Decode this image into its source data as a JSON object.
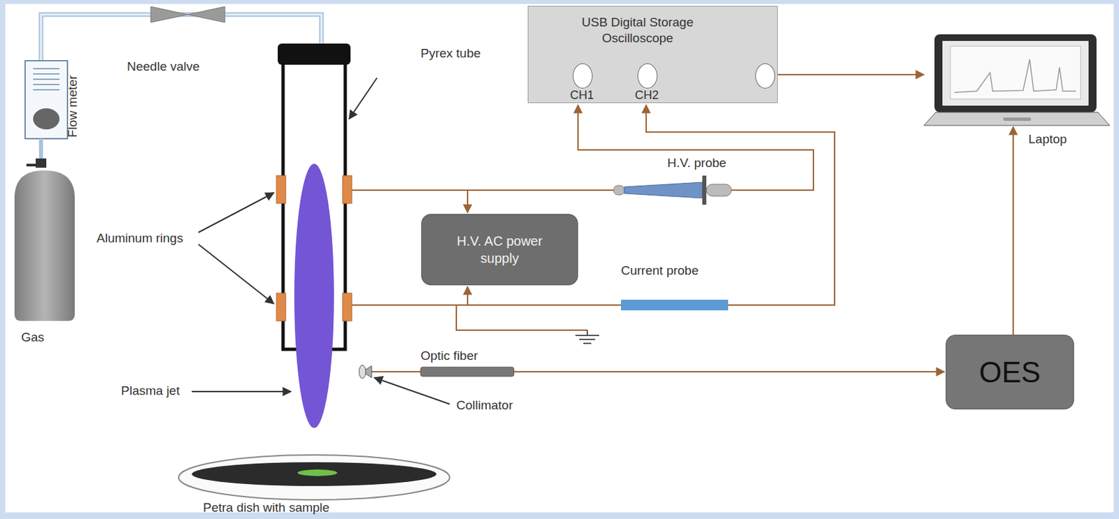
{
  "diagram": {
    "nodes": [
      {
        "text": [
          "USB Digital Storage Oscilloscope",
          "CH1",
          "CH2"
        ]
      },
      {
        "text": [
          "H.V. AC power supply"
        ]
      },
      {
        "text": [
          "OES"
        ]
      },
      {
        "text": [
          "Laptop"
        ]
      }
    ],
    "edges": [
      {
        "from": 0,
        "to": 3,
        "arrow": "to"
      },
      {
        "from": 2,
        "to": 3,
        "arrow": "to"
      }
    ],
    "labels": [
      "Needle valve",
      "Flow meter",
      "Pyrex tube",
      "Aluminum rings",
      "Gas",
      "Plasma jet",
      "Petra dish with sample",
      "H.V. probe",
      "Current probe",
      "Optic fiber",
      "Collimator"
    ]
  }
}
